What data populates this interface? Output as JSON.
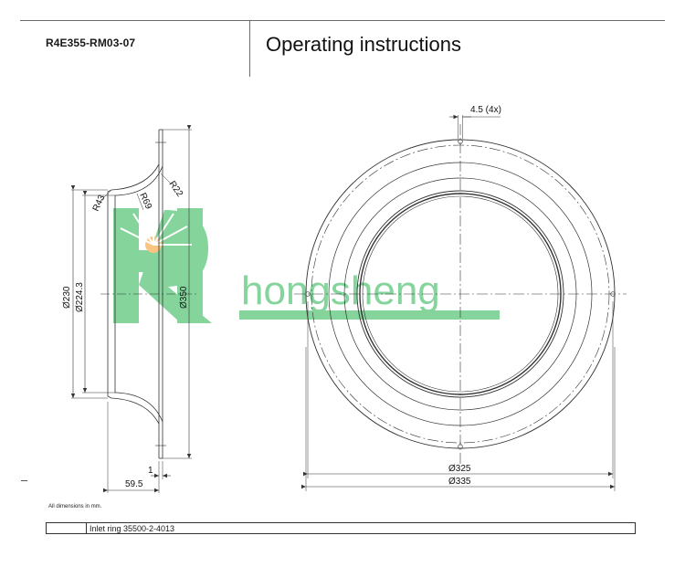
{
  "header": {
    "model": "R4E355-RM03-07",
    "title": "Operating instructions"
  },
  "drawing": {
    "side_view": {
      "dims": {
        "d230": "Ø230",
        "d224": "Ø224.3",
        "d350": "Ø350",
        "r43": "R43",
        "r69": "R69",
        "r22": "R22",
        "w1": "1",
        "w59": "59.5"
      }
    },
    "front_view": {
      "dims": {
        "holes": "4.5 (4x)",
        "d325": "Ø325",
        "d335": "Ø335"
      }
    },
    "watermark": {
      "text": "hongsheng",
      "color": "#22b14c"
    }
  },
  "footer": {
    "note": "All dimensions in mm.",
    "part_name": "Inlet ring 35500-2-4013"
  }
}
